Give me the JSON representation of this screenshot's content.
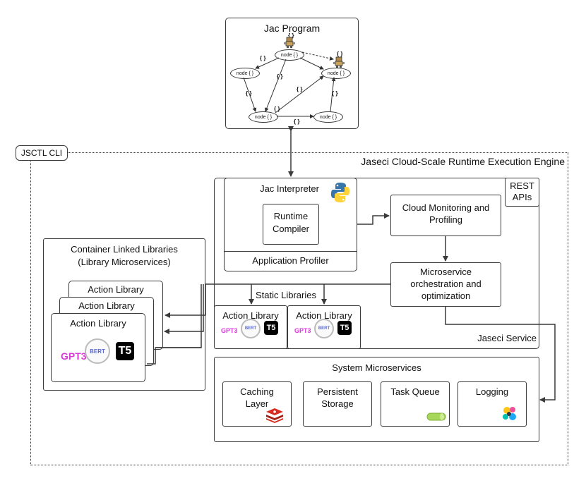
{
  "jac_program": {
    "title": "Jac Program",
    "node_label": "node { }",
    "edge_label": "{ }",
    "walker_label": "{ }"
  },
  "cli": {
    "label": "JSCTL CLI"
  },
  "engine": {
    "title": "Jaseci Cloud-Scale Runtime Execution Engine"
  },
  "jaseci_service": {
    "label": "Jaseci Service",
    "interpreter": {
      "title": "Jac Interpreter",
      "compiler": "Runtime\nCompiler",
      "profiler": "Application Profiler"
    },
    "rest": "REST\nAPIs",
    "monitoring": "Cloud Monitoring and\nProfiling",
    "orchestration": "Microservice\norchestration and\noptimization",
    "static_libraries": "Static Libraries",
    "action_library": "Action Library"
  },
  "container_libs": {
    "title": "Container Linked Libraries\n(Library Microservices)",
    "action_library": "Action Library"
  },
  "logos": {
    "gpt": "GPT3",
    "bert": "BERT",
    "t5": "T5"
  },
  "system_microservices": {
    "title": "System Microservices",
    "items": [
      "Caching\nLayer",
      "Persistent\nStorage",
      "Task Queue",
      "Logging"
    ]
  },
  "colors": {
    "python_blue": "#3776ab",
    "python_yellow": "#ffd43b",
    "redis": "#d82c20",
    "gpt": "#d63bd4"
  }
}
